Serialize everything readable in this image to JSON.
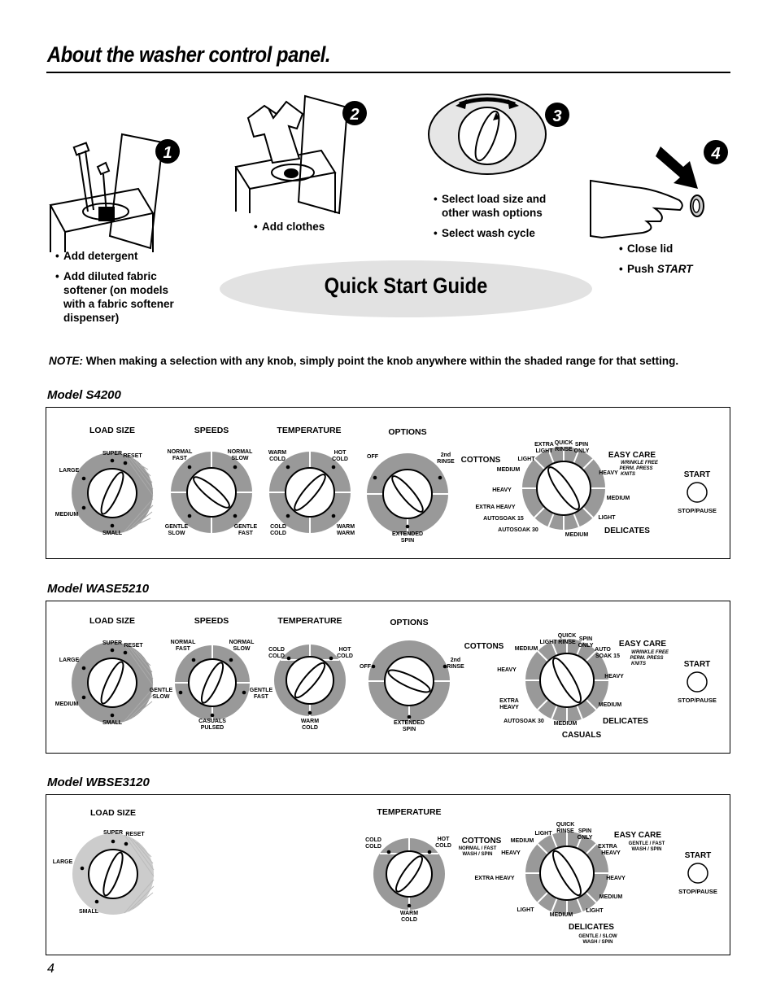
{
  "page": {
    "title": "About the washer control panel.",
    "page_number": "4"
  },
  "steps": {
    "step1": {
      "badge": "1",
      "bullets": [
        "Add detergent",
        "Add diluted fabric\nsoftener (on models\nwith a fabric softener\ndispenser)"
      ]
    },
    "step2": {
      "badge": "2",
      "bullets": [
        "Add clothes"
      ]
    },
    "step3": {
      "badge": "3",
      "bullets": [
        "Select load size and\nother wash options",
        "Select wash cycle"
      ]
    },
    "step4": {
      "badge": "4",
      "bullets": [
        "Close lid"
      ],
      "push_prefix": "Push ",
      "push_emph": "START"
    }
  },
  "quick_start_title": "Quick Start Guide",
  "note": {
    "label": "NOTE:",
    "text": " When making a selection with any knob, simply point the knob anywhere within the shaded range for that setting."
  },
  "models": [
    {
      "name": "Model S4200",
      "load_size": {
        "title": "LOAD SIZE",
        "super": "SUPER",
        "reset": "RESET",
        "large": "LARGE",
        "medium": "MEDIUM",
        "small": "SMALL"
      },
      "speeds": {
        "title": "SPEEDS",
        "tl1": "NORMAL",
        "tl2": "FAST",
        "tr1": "NORMAL",
        "tr2": "SLOW",
        "bl1": "GENTLE",
        "bl2": "SLOW",
        "br1": "GENTLE",
        "br2": "FAST"
      },
      "temperature": {
        "title": "TEMPERATURE",
        "tl1": "WARM",
        "tl2": "COLD",
        "tr1": "HOT",
        "tr2": "COLD",
        "bl1": "COLD",
        "bl2": "COLD",
        "br1": "WARM",
        "br2": "WARM"
      },
      "options": {
        "title": "OPTIONS",
        "off": "OFF",
        "rinse1": "2nd",
        "rinse2": "RINSE",
        "ext1": "EXTENDED",
        "ext2": "SPIN"
      },
      "cycle": {
        "cottons": "COTTONS",
        "easy_care": "EASY CARE",
        "easy_sub": "WRINKLE FREE\nPERM. PRESS\nKNITS",
        "delicates": "DELICATES",
        "extra_light": "EXTRA\nLIGHT",
        "quick_rinse": "QUICK\nRINSE",
        "spin_only": "SPIN\nONLY",
        "light_c": "LIGHT",
        "medium_c": "MEDIUM",
        "heavy_c": "HEAVY",
        "extra_heavy": "EXTRA HEAVY",
        "autosoak15": "AUTOSOAK 15",
        "autosoak30": "AUTOSOAK 30",
        "heavy_e": "HEAVY",
        "medium_e": "MEDIUM",
        "light_d": "LIGHT",
        "medium_d": "MEDIUM"
      },
      "start": {
        "label": "START",
        "stop": "STOP/PAUSE"
      }
    },
    {
      "name": "Model WASE5210",
      "load_size": {
        "title": "LOAD SIZE",
        "super": "SUPER",
        "reset": "RESET",
        "large": "LARGE",
        "medium": "MEDIUM",
        "small": "SMALL"
      },
      "speeds": {
        "title": "SPEEDS",
        "tl1": "NORMAL",
        "tl2": "FAST",
        "tr1": "NORMAL",
        "tr2": "SLOW",
        "l1": "GENTLE",
        "l2": "SLOW",
        "r1": "GENTLE",
        "r2": "FAST",
        "b1": "CASUALS",
        "b2": "PULSED"
      },
      "temperature": {
        "title": "TEMPERATURE",
        "tl1": "COLD",
        "tl2": "COLD",
        "tr1": "HOT",
        "tr2": "COLD",
        "b1": "WARM",
        "b2": "COLD"
      },
      "options": {
        "title": "OPTIONS",
        "off": "OFF",
        "rinse1": "2nd",
        "rinse2": "RINSE",
        "ext1": "EXTENDED",
        "ext2": "SPIN"
      },
      "cycle": {
        "cottons": "COTTONS",
        "easy_care": "EASY CARE",
        "easy_sub": "WRINKLE FREE\nPERM. PRESS\nKNITS",
        "delicates": "DELICATES",
        "casuals": "CASUALS",
        "medium_c": "MEDIUM",
        "light_c": "LIGHT",
        "quick_rinse": "QUICK\nRINSE",
        "spin_only": "SPIN\nONLY",
        "autosoak15": "AUTO\nSOAK 15",
        "heavy_c": "HEAVY",
        "extra_heavy": "EXTRA\nHEAVY",
        "autosoak30": "AUTOSOAK 30",
        "medium_cas": "MEDIUM",
        "heavy_e": "HEAVY",
        "medium_d": "MEDIUM"
      },
      "start": {
        "label": "START",
        "stop": "STOP/PAUSE"
      }
    },
    {
      "name": "Model WBSE3120",
      "load_size": {
        "title": "LOAD SIZE",
        "super": "SUPER",
        "reset": "RESET",
        "large": "LARGE",
        "small": "SMALL"
      },
      "temperature": {
        "title": "TEMPERATURE",
        "tl1": "COLD",
        "tl2": "COLD",
        "tr1": "HOT",
        "tr2": "COLD",
        "b1": "WARM",
        "b2": "COLD"
      },
      "cycle": {
        "cottons": "COTTONS",
        "cottons_sub": "NORMAL / FAST\nWASH  /  SPIN",
        "easy_care": "EASY CARE",
        "easy_sub": "GENTLE / FAST\nWASH  /  SPIN",
        "delicates": "DELICATES",
        "delicates_sub": "GENTLE / SLOW\nWASH  /  SPIN",
        "medium_c": "MEDIUM",
        "light_c": "LIGHT",
        "quick_rinse": "QUICK\nRINSE",
        "spin_only": "SPIN\nONLY",
        "extra_heavy_e": "EXTRA\nHEAVY",
        "heavy_c": "HEAVY",
        "extra_heavy": "EXTRA HEAVY",
        "light_b": "LIGHT",
        "medium_b": "MEDIUM",
        "light_d": "LIGHT",
        "heavy_e": "HEAVY",
        "medium_e": "MEDIUM"
      },
      "start": {
        "label": "START",
        "stop": "STOP/PAUSE"
      }
    }
  ]
}
